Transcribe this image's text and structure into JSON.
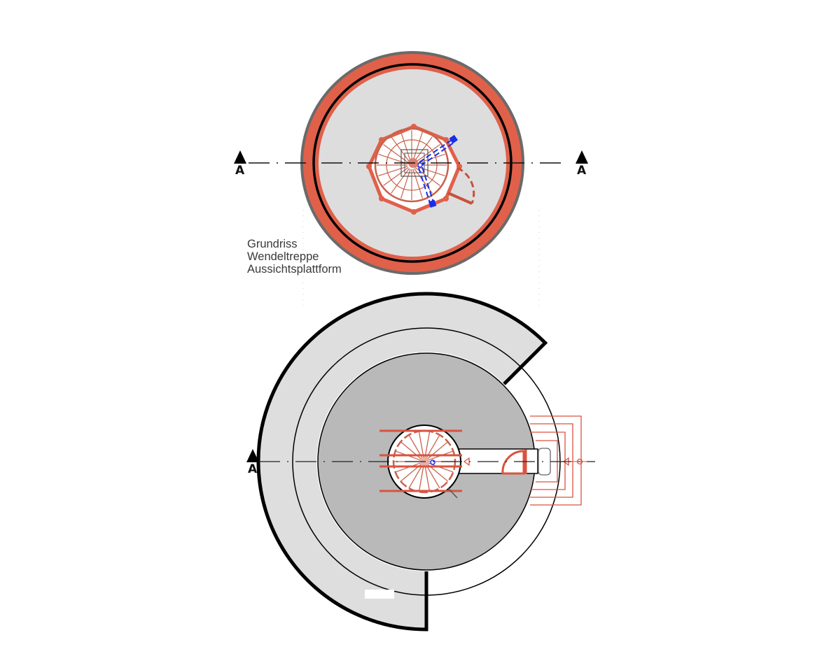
{
  "caption": {
    "line1": "Grundriss",
    "line2": "Wendeltreppe",
    "line3": "Aussichtsplattform"
  },
  "section_markers": {
    "top_left": "A",
    "top_right": "A",
    "bottom_left": "A"
  },
  "colors": {
    "red": "#d9533f",
    "wall_red": "#e0604a",
    "blue": "#1a2ee6",
    "light_gray": "#dcdcdc",
    "dark_gray": "#b9b9b9"
  }
}
